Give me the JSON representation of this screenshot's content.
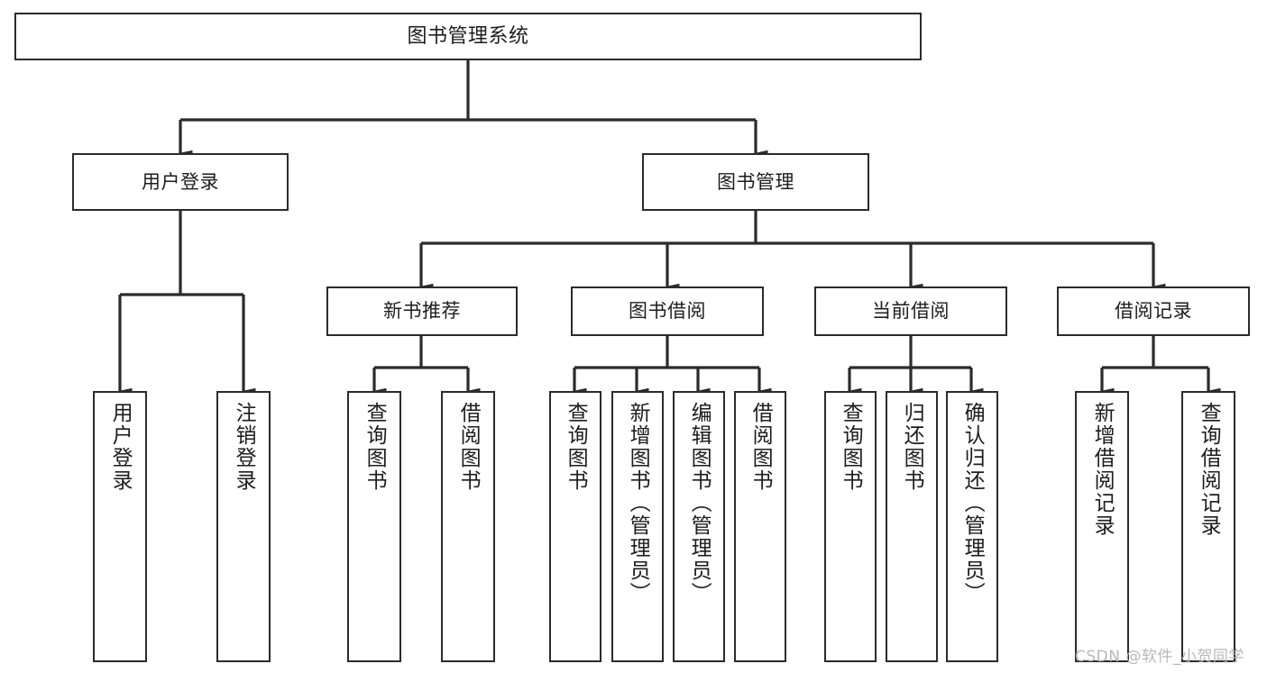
{
  "diagram": {
    "title": "图书管理系统",
    "type": "hierarchy-tree",
    "watermark": "CSDN @软件_小贺同学",
    "colors": {
      "background": "#ffffff",
      "box_border": "#2b2b2b",
      "box_fill": "#ffffff",
      "text": "#1d1d1d",
      "edge": "#2b2b2b",
      "watermark": "#b8b8b8"
    },
    "nodes": {
      "root": {
        "label": "图书管理系统"
      },
      "level2": [
        {
          "id": "user-login",
          "label": "用户登录"
        },
        {
          "id": "book-manage",
          "label": "图书管理"
        }
      ],
      "level3": [
        {
          "id": "new-book-rec",
          "label": "新书推荐"
        },
        {
          "id": "book-borrow",
          "label": "图书借阅"
        },
        {
          "id": "current-borrow",
          "label": "当前借阅"
        },
        {
          "id": "borrow-record",
          "label": "借阅记录"
        }
      ],
      "leaves": {
        "user_login": [
          {
            "id": "leaf-user-login",
            "label": "用户登录"
          },
          {
            "id": "leaf-logout",
            "label": "注销登录"
          }
        ],
        "new_book_rec": [
          {
            "id": "leaf-query-book-1",
            "label": "查询图书"
          },
          {
            "id": "leaf-borrow-book-1",
            "label": "借阅图书"
          }
        ],
        "book_borrow": [
          {
            "id": "leaf-query-book-2",
            "label": "查询图书"
          },
          {
            "id": "leaf-add-book",
            "label": "新增图书（管理员）"
          },
          {
            "id": "leaf-edit-book",
            "label": "编辑图书（管理员）"
          },
          {
            "id": "leaf-borrow-book-2",
            "label": "借阅图书"
          }
        ],
        "current_borrow": [
          {
            "id": "leaf-query-book-3",
            "label": "查询图书"
          },
          {
            "id": "leaf-return-book",
            "label": "归还图书"
          },
          {
            "id": "leaf-confirm-return",
            "label": "确认归还（管理员）"
          }
        ],
        "borrow_record": [
          {
            "id": "leaf-add-record",
            "label": "新增借阅记录"
          },
          {
            "id": "leaf-query-record",
            "label": "查询借阅记录"
          }
        ]
      }
    }
  }
}
